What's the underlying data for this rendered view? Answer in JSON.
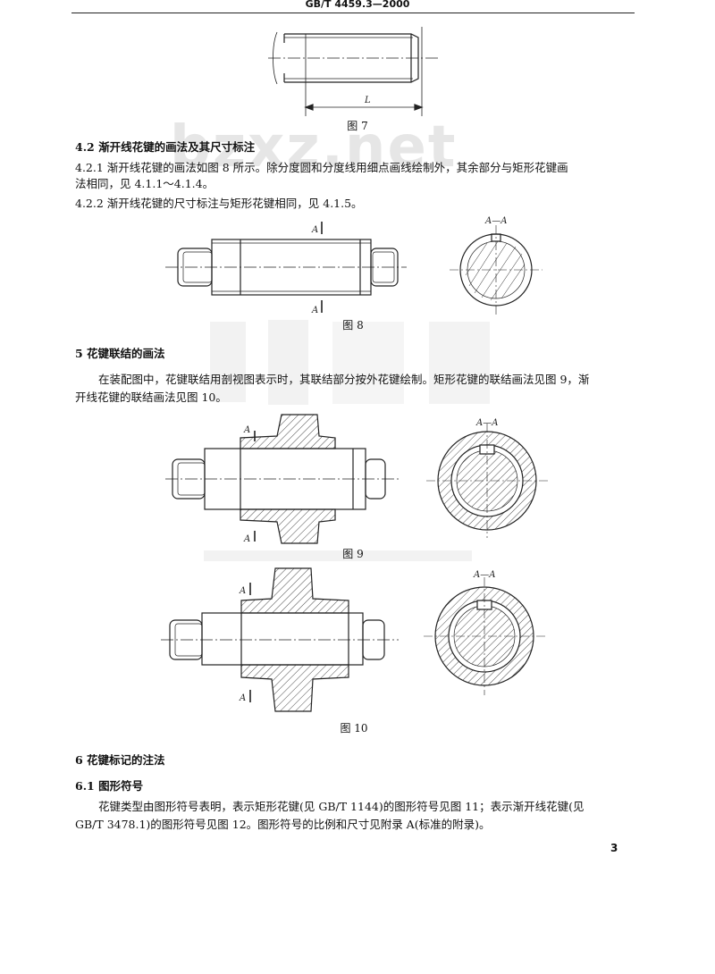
{
  "header": {
    "standard": "GB/T 4459.3—2000"
  },
  "watermark": {
    "text": "bzxz.net"
  },
  "figures": {
    "fig7": {
      "caption": "图 7",
      "dim_label": "L"
    },
    "fig8": {
      "caption": "图 8",
      "section_label": "A—A",
      "cut_top": "A",
      "cut_bottom": "A"
    },
    "fig9": {
      "caption": "图 9",
      "section_label": "A—A",
      "cut_top": "A",
      "cut_bottom": "A"
    },
    "fig10": {
      "caption": "图 10",
      "section_label": "A—A",
      "cut_top": "A",
      "cut_bottom": "A"
    }
  },
  "s42": {
    "heading": "4.2  渐开线花键的画法及其尺寸标注",
    "p421_line1": "4.2.1  渐开线花键的画法如图 8 所示。除分度圆和分度线用细点画线绘制外，其余部分与矩形花键画",
    "p421_line2": "法相同，见 4.1.1～4.1.4。",
    "p422": "4.2.2  渐开线花键的尺寸标注与矩形花键相同，见 4.1.5。"
  },
  "s5": {
    "heading": "5  花键联结的画法",
    "para_line1": "在装配图中，花键联结用剖视图表示时，其联结部分按外花键绘制。矩形花键的联结画法见图 9，渐",
    "para_line2": "开线花键的联结画法见图 10。"
  },
  "s6": {
    "heading": "6  花键标记的注法",
    "s61_heading": "6.1  图形符号",
    "para_line1": "花键类型由图形符号表明，表示矩形花键(见 GB/T 1144)的图形符号见图 11；表示渐开线花键(见",
    "para_line2": "GB/T 3478.1)的图形符号见图 12。图形符号的比例和尺寸见附录 A(标准的附录)。"
  },
  "page_number": "3"
}
